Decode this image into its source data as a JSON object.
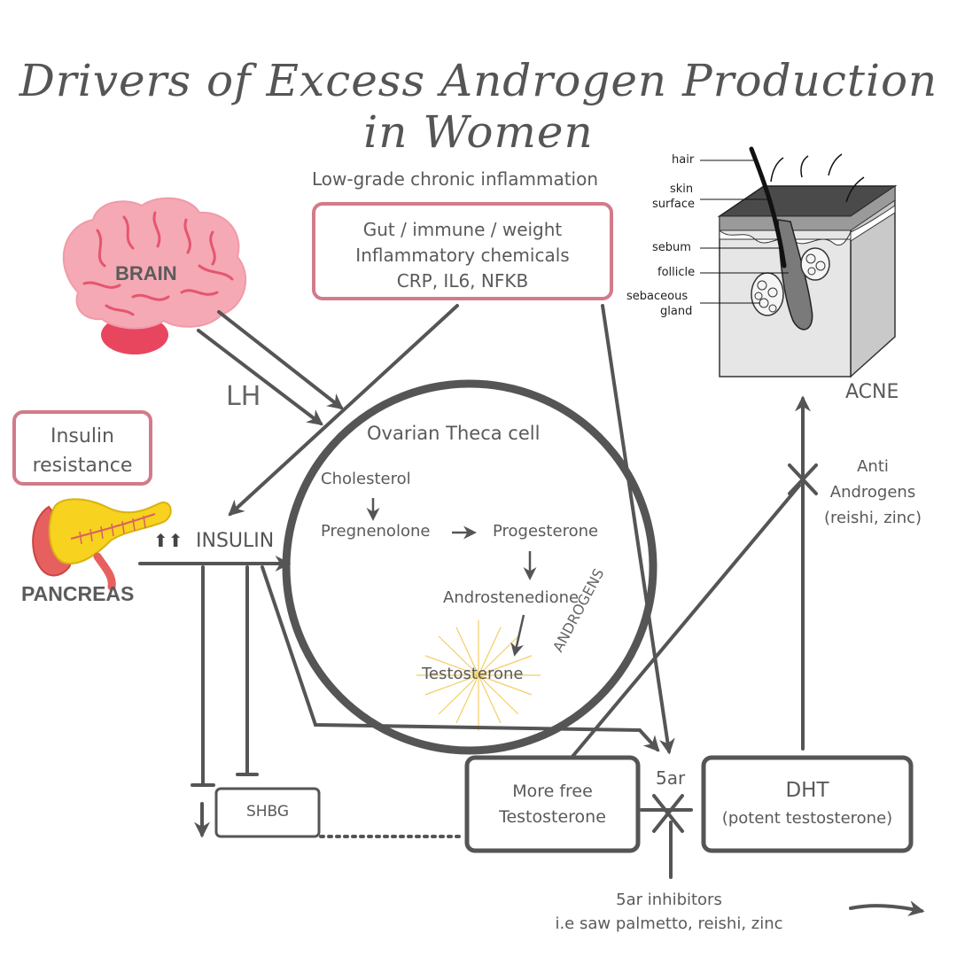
{
  "title": "Drivers of Excess Androgen Production in Women",
  "inflammation": {
    "heading": "Low-grade chronic inflammation",
    "line1": "Gut / immune / weight",
    "line2": "Inflammatory chemicals",
    "line3": "CRP, IL6, NFKB"
  },
  "brain_label": "BRAIN",
  "lh_label": "LH",
  "insulin_resistance": {
    "line1": "Insulin",
    "line2": "resistance"
  },
  "pancreas_label": "PANCREAS",
  "insulin_label": "INSULIN",
  "insulin_arrows": "⬆⬆",
  "ovary": {
    "title": "Ovarian Theca cell",
    "cholesterol": "Cholesterol",
    "pregnenolone": "Pregnenolone",
    "progesterone": "Progesterone",
    "androstenedione": "Androstenedione",
    "testosterone": "Testosterone"
  },
  "androgens_label": "ANDROGENS",
  "shbg_label": "SHBG",
  "free_testosterone": {
    "line1": "More free",
    "line2": "Testosterone"
  },
  "five_ar_label": "5ar",
  "dht": {
    "line1": "DHT",
    "line2": "(potent testosterone)"
  },
  "anti_androgens": {
    "line1": "Anti",
    "line2": "Androgens",
    "line3": "(reishi, zinc)"
  },
  "inhibitors": {
    "line1": "5ar inhibitors",
    "line2": "i.e saw palmetto, reishi, zinc"
  },
  "acne": {
    "title": "ACNE",
    "hair": "hair",
    "skin1": "skin",
    "skin2": "surface",
    "sebum": "sebum",
    "follicle": "follicle",
    "gland1": "sebaceous",
    "gland2": "gland"
  },
  "colors": {
    "pink_border": "#d27b8a",
    "arrow_gray": "#555555",
    "brain_pink": "#f2a1ad",
    "brain_vein": "#e0506a",
    "pancreas_yellow": "#f6d21f",
    "pancreas_red": "#e05a5a"
  }
}
